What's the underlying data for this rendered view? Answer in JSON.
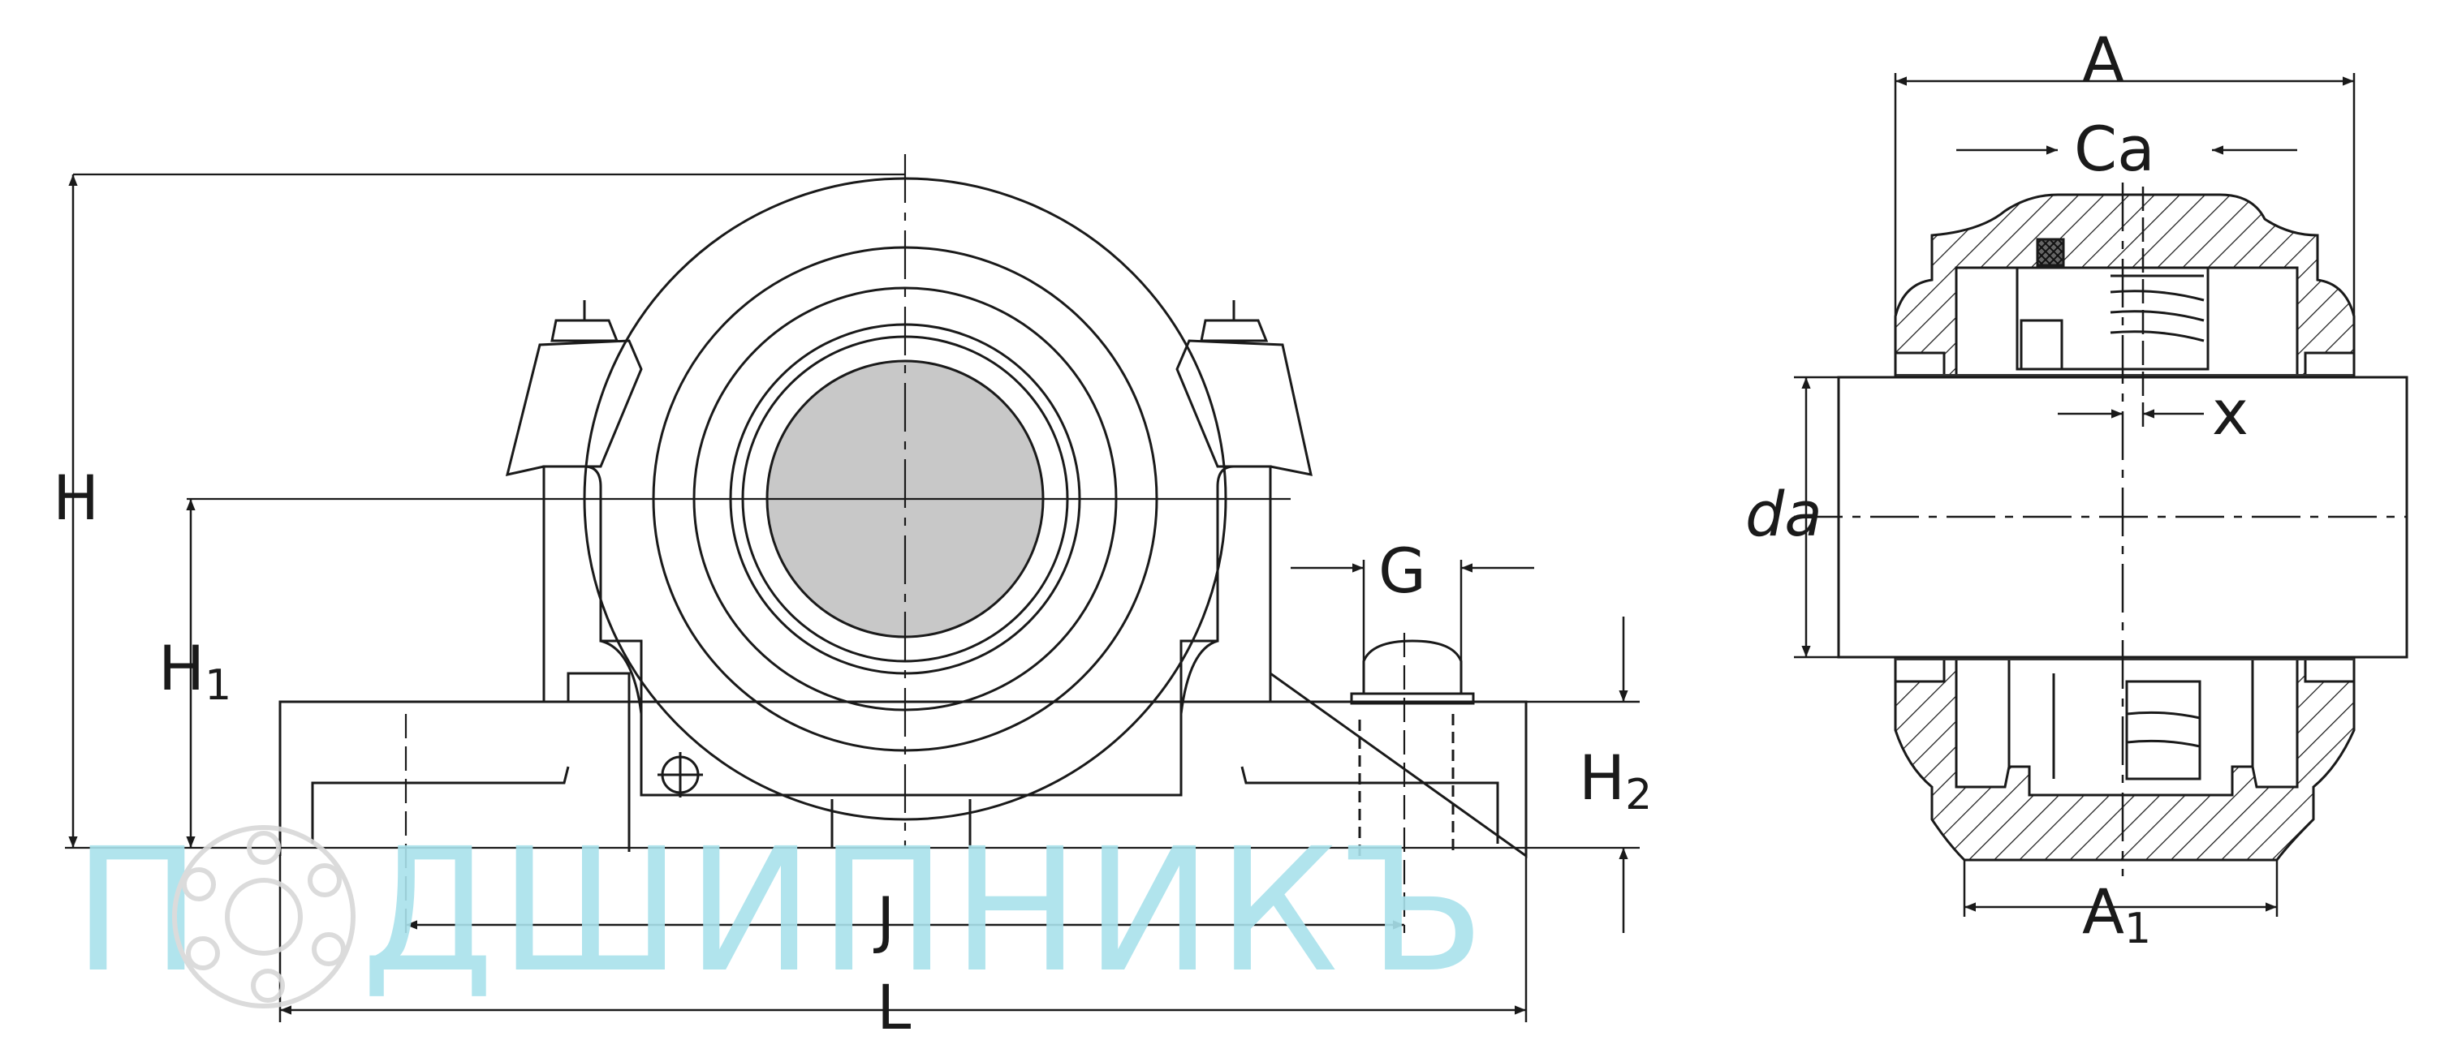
{
  "labels": {
    "A": "A",
    "Ca": "Ca",
    "x": "x",
    "da": "da",
    "A1": "A",
    "A1_sub": "1",
    "H": "H",
    "H1": "H",
    "H1_sub": "1",
    "H2": "H",
    "H2_sub": "2",
    "G": "G",
    "J": "J",
    "L": "L"
  },
  "watermark": {
    "text_before": "П",
    "text_after": "ДШИПНИКЪ"
  },
  "colors": {
    "line": "#1a1a1a",
    "shaft_fill": "#c8c8c8",
    "watermark": "#a9e2ec",
    "seal": "#333333"
  }
}
